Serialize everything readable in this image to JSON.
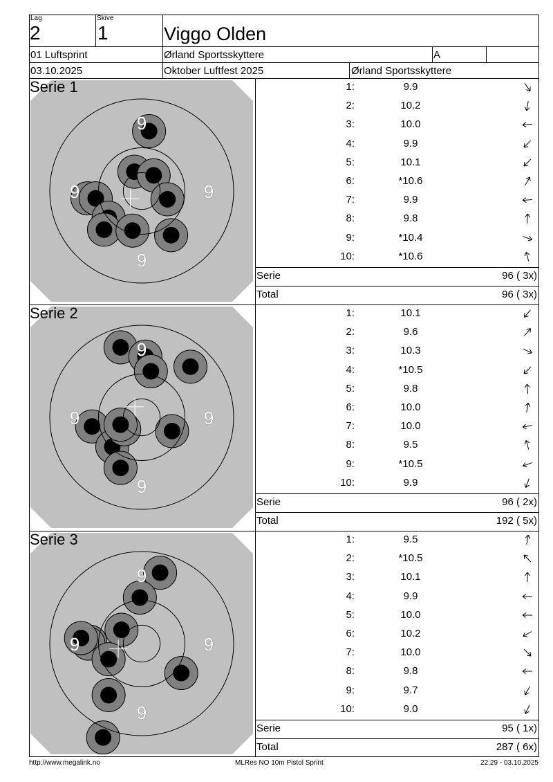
{
  "header": {
    "lag_label": "Lag",
    "lag": "2",
    "skive_label": "Skive",
    "skive": "1",
    "name": "Viggo Olden",
    "class": "01 Luftsprint",
    "club": "Ørland Sportsskyttere",
    "group": "A",
    "date": "03.10.2025",
    "event": "Oktober Luftfest 2025",
    "organizer": "Ørland Sportsskyttere"
  },
  "ring_label": "9",
  "series": [
    {
      "label": "Serie 1",
      "shots": [
        {
          "n": "1:",
          "v": "9.9",
          "dir": 145,
          "x": 8,
          "y": -65
        },
        {
          "n": "2:",
          "v": "10.2",
          "dir": 190,
          "x": -8,
          "y": -21
        },
        {
          "n": "3:",
          "v": "10.0",
          "dir": 265,
          "x": 13,
          "y": -17
        },
        {
          "n": "4:",
          "v": "9.9",
          "dir": 225,
          "x": 28,
          "y": 9
        },
        {
          "n": "5:",
          "v": "10.1",
          "dir": 225,
          "x": -59,
          "y": 8
        },
        {
          "n": "6:",
          "v": "*10.6",
          "dir": 30,
          "x": -50,
          "y": 8
        },
        {
          "n": "7:",
          "v": "9.9",
          "dir": 265,
          "x": -36,
          "y": 29
        },
        {
          "n": "8:",
          "v": "9.8",
          "dir": 5,
          "x": -41,
          "y": 42
        },
        {
          "n": "9:",
          "v": "*10.4",
          "dir": 110,
          "x": -10,
          "y": 43
        },
        {
          "n": "10:",
          "v": "*10.6",
          "dir": 345,
          "x": 32,
          "y": 48
        }
      ],
      "serie_label": "Serie",
      "serie_value": "96 ( 3x)",
      "total_label": "Total",
      "total_value": "96 ( 3x)"
    },
    {
      "label": "Serie 2",
      "shots": [
        {
          "n": "1:",
          "v": "10.1",
          "dir": 220,
          "x": -23,
          "y": -76
        },
        {
          "n": "2:",
          "v": "9.6",
          "dir": 40,
          "x": 4,
          "y": -66
        },
        {
          "n": "3:",
          "v": "10.3",
          "dir": 115,
          "x": 53,
          "y": -55
        },
        {
          "n": "4:",
          "v": "*10.5",
          "dir": 225,
          "x": 10,
          "y": -50
        },
        {
          "n": "5:",
          "v": "9.8",
          "dir": 355,
          "x": -54,
          "y": 10
        },
        {
          "n": "6:",
          "v": "10.0",
          "dir": 10,
          "x": -32,
          "y": 32
        },
        {
          "n": "7:",
          "v": "10.0",
          "dir": 260,
          "x": -19,
          "y": 13
        },
        {
          "n": "8:",
          "v": "9.5",
          "dir": 345,
          "x": 33,
          "y": 15
        },
        {
          "n": "9:",
          "v": "*10.5",
          "dir": 250,
          "x": -23,
          "y": 8
        },
        {
          "n": "10:",
          "v": "9.9",
          "dir": 200,
          "x": -23,
          "y": 55
        }
      ],
      "serie_label": "Serie",
      "serie_value": "96 ( 2x)",
      "total_label": "Total",
      "total_value": "192 ( 5x)"
    },
    {
      "label": "Serie 3",
      "shots": [
        {
          "n": "1:",
          "v": "9.5",
          "dir": 10,
          "x": -42,
          "y": 102
        },
        {
          "n": "2:",
          "v": "*10.5",
          "dir": 315,
          "x": -56,
          "y": -2
        },
        {
          "n": "3:",
          "v": "10.1",
          "dir": 0,
          "x": -58,
          "y": 0
        },
        {
          "n": "4:",
          "v": "9.9",
          "dir": 270,
          "x": 20,
          "y": -77
        },
        {
          "n": "5:",
          "v": "10.0",
          "dir": 270,
          "x": -2,
          "y": -50
        },
        {
          "n": "6:",
          "v": "10.2",
          "dir": 240,
          "x": -36,
          "y": 56
        },
        {
          "n": "7:",
          "v": "10.0",
          "dir": 135,
          "x": 43,
          "y": 32
        },
        {
          "n": "8:",
          "v": "9.8",
          "dir": 270,
          "x": -66,
          "y": -6
        },
        {
          "n": "9:",
          "v": "9.7",
          "dir": 210,
          "x": -22,
          "y": -15
        },
        {
          "n": "10:",
          "v": "9.0",
          "dir": 205,
          "x": -36,
          "y": 17
        }
      ],
      "serie_label": "Serie",
      "serie_value": "95 ( 1x)",
      "total_label": "Total",
      "total_value": "287 ( 6x)"
    }
  ],
  "footer": {
    "url": "http://www.megalink.no",
    "program": "MLRes NO  10m Pistol Sprint",
    "timestamp": "22:29 - 03.10.2025"
  },
  "colors": {
    "target_bg": "#c0c0c0",
    "shot_ring": "#808080",
    "shot_core": "#000000",
    "ring_label": "#ffffff"
  }
}
